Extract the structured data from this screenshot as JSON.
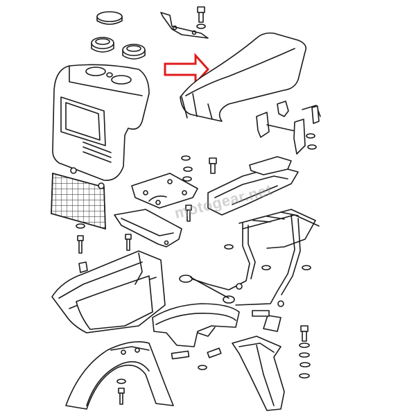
{
  "watermark": "motogear.net",
  "colors": {
    "line": "#1a1a1a",
    "arrow": "#e01c1c",
    "background": "#ffffff"
  },
  "highlight": {
    "target_part": "seat",
    "indicator": "arrow"
  }
}
